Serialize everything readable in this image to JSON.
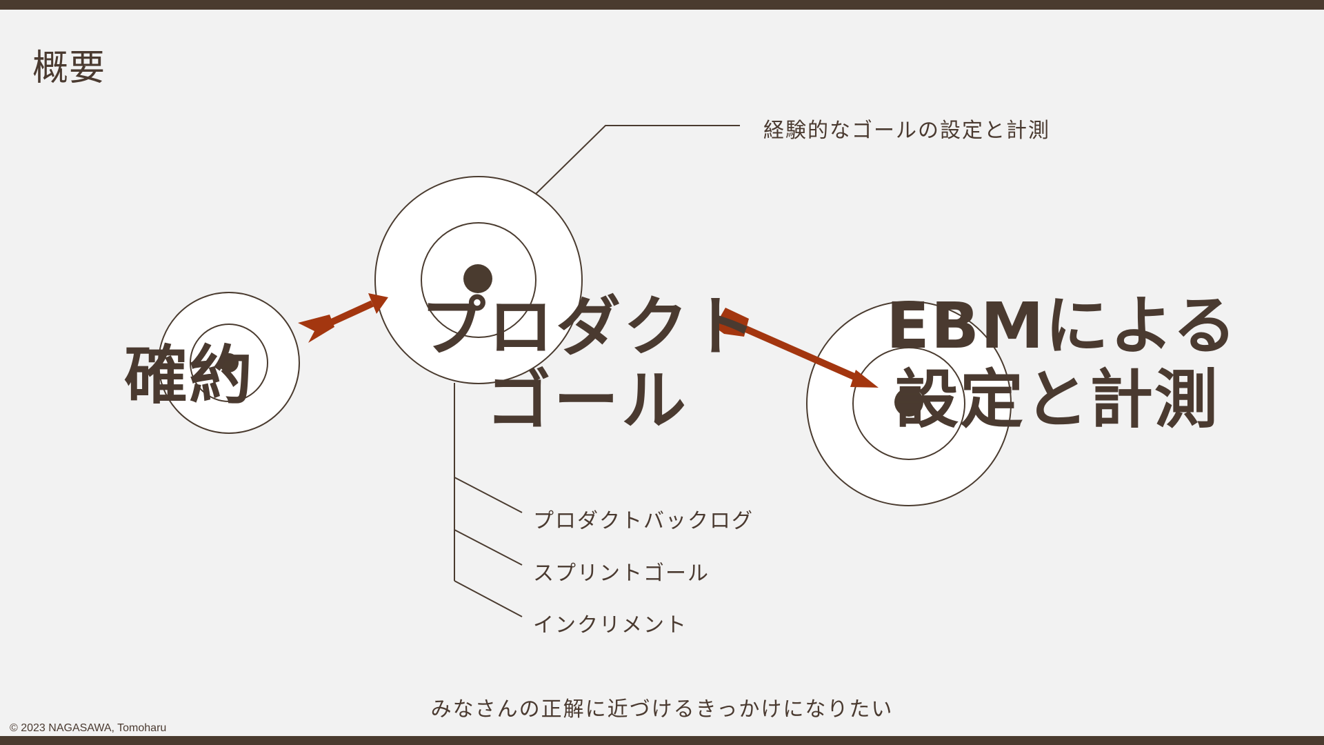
{
  "slide": {
    "title": "概要",
    "footer_message": "みなさんの正解に近づけるきっかけになりたい",
    "copyright": "© 2023 NAGASAWA, Tomoharu"
  },
  "targets": {
    "commitment": {
      "label": "確約"
    },
    "product_goal": {
      "label_line1": "プロダクト",
      "label_line2": "ゴール"
    },
    "ebm": {
      "label_line1": "EBMによる",
      "label_line2": "設定と計測"
    }
  },
  "callouts": {
    "goal_setting": "経験的なゴールの設定と計測",
    "items": [
      "プロダクトバックログ",
      "スプリントゴール",
      "インクリメント"
    ]
  },
  "colors": {
    "brand_dark": "#4a3b2f",
    "arrow": "#a3360f",
    "background": "#f2f2f2",
    "target_fill": "#ffffff"
  }
}
